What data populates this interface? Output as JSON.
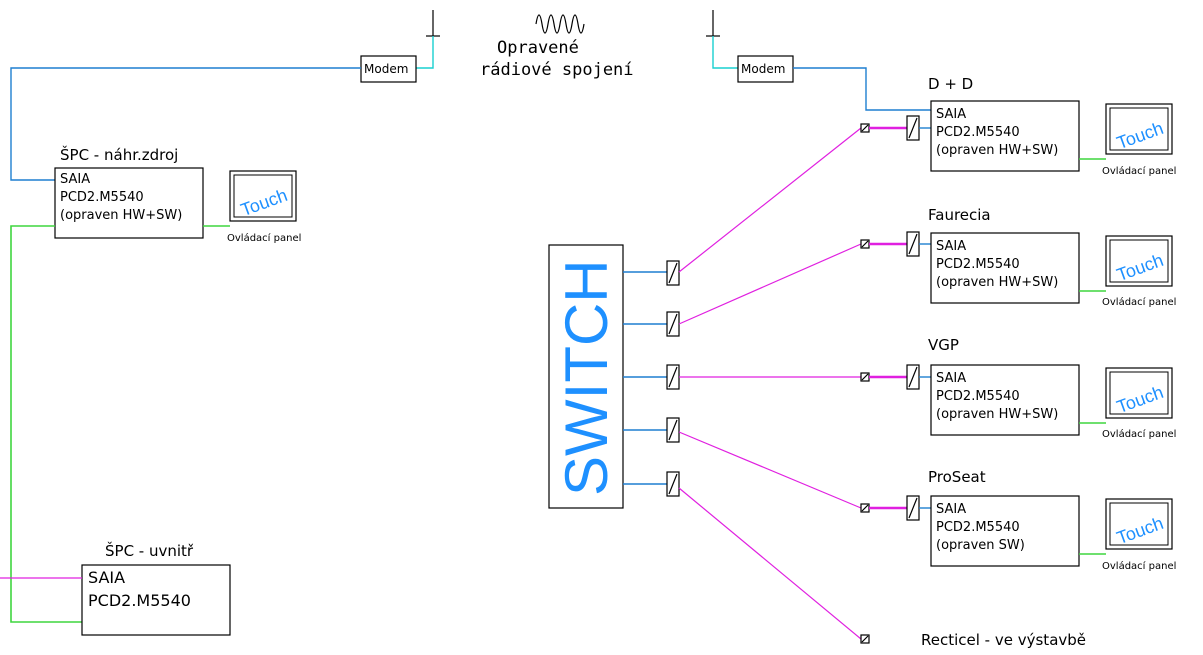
{
  "diagram": {
    "radio_label_line1": "Opravené",
    "radio_label_line2": "rádiové spojení",
    "modem_label": "Modem",
    "switch_label": "SWITCH",
    "touch_label": "Touch",
    "panel_label": "Ovládací panel",
    "colors": {
      "serial_link": "#1e7fd0",
      "antenna_link": "#19d0d0",
      "panel_link": "#3fd53f",
      "ethernet_link": "#e020e0",
      "switch_text": "#1e90ff"
    },
    "spc_backup": {
      "title": "ŠPC - náhr.zdroj",
      "line1": "SAIA",
      "line2": "PCD2.M5540",
      "line3": "(opraven HW+SW)"
    },
    "spc_inside": {
      "title": "ŠPC - uvnitř",
      "line1": "SAIA",
      "line2": "PCD2.M5540"
    },
    "plants": [
      {
        "name": "D + D",
        "line1": "SAIA",
        "line2": "PCD2.M5540",
        "line3": "(opraven HW+SW)"
      },
      {
        "name": "Faurecia",
        "line1": "SAIA",
        "line2": "PCD2.M5540",
        "line3": "(opraven HW+SW)"
      },
      {
        "name": "VGP",
        "line1": "SAIA",
        "line2": "PCD2.M5540",
        "line3": "(opraven HW+SW)"
      },
      {
        "name": "ProSeat",
        "line1": "SAIA",
        "line2": "PCD2.M5540",
        "line3": "(opraven SW)"
      }
    ],
    "recticel_label": "Recticel - ve výstavbě"
  }
}
